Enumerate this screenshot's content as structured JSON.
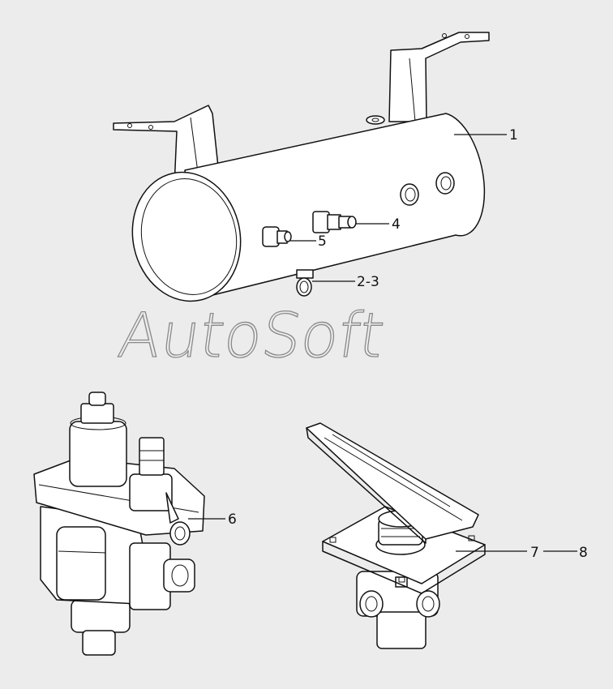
{
  "watermark": {
    "text": "AutoSoft"
  },
  "callouts": [
    {
      "id": "1",
      "text": "1"
    },
    {
      "id": "4",
      "text": "4"
    },
    {
      "id": "5",
      "text": "5"
    },
    {
      "id": "2-3",
      "text": "2-3"
    },
    {
      "id": "6",
      "text": "6"
    },
    {
      "id": "7",
      "text": "7"
    },
    {
      "id": "8",
      "text": "8"
    }
  ],
  "colors": {
    "background": "#ececec",
    "line": "#111111",
    "watermark": "#8a8a8a"
  }
}
